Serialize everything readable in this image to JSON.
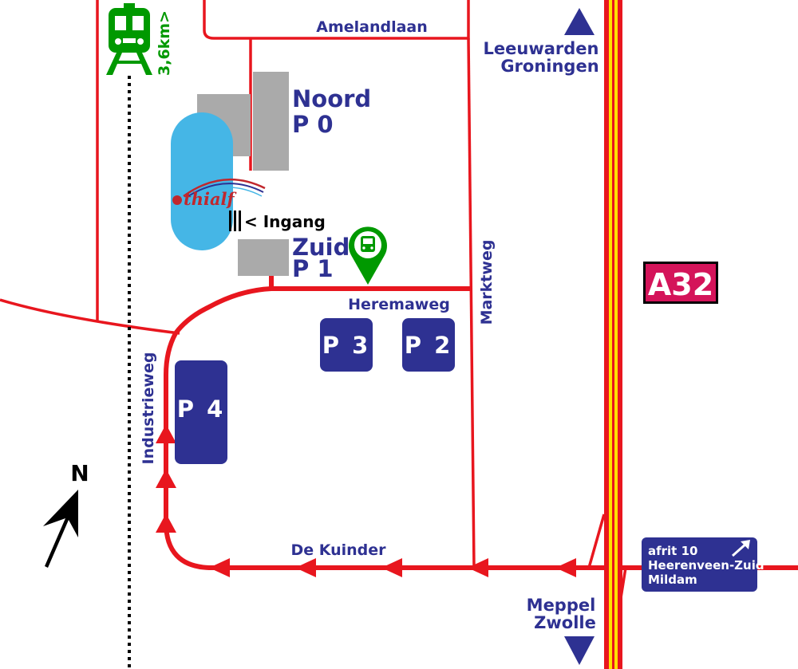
{
  "roads": {
    "amelandlaan": "Amelandlaan",
    "heremaweg": "Heremaweg",
    "marktweg": "Marktweg",
    "industrieweg": "Industrieweg",
    "de_kuinder": "De Kuinder"
  },
  "directions": {
    "north_line1": "Leeuwarden",
    "north_line2": "Groningen",
    "south_line1": "Meppel",
    "south_line2": "Zwolle"
  },
  "parking": {
    "noord_line1": "Noord",
    "noord_line2": "P 0",
    "zuid_line1": "Zuid",
    "zuid_line2": "P 1",
    "p2": "P 2",
    "p3": "P 3",
    "p4": "P 4"
  },
  "venue": {
    "logo_text": "thialf",
    "entrance": "< Ingang"
  },
  "train": {
    "distance": "3,6km>"
  },
  "highway": {
    "name": "A32"
  },
  "exit_sign": {
    "line1": "afrit 10",
    "line2": "Heerenveen-Zuid",
    "line3": "Mildam"
  },
  "compass": {
    "label": "N"
  },
  "colors": {
    "road": "#e8161e",
    "label_blue": "#2e3192",
    "highway_yellow": "#ffe100",
    "building_gray": "#aaaaaa",
    "rink_blue": "#45b6e6",
    "transit_green": "#009900",
    "shield_pink": "#d4145a"
  }
}
